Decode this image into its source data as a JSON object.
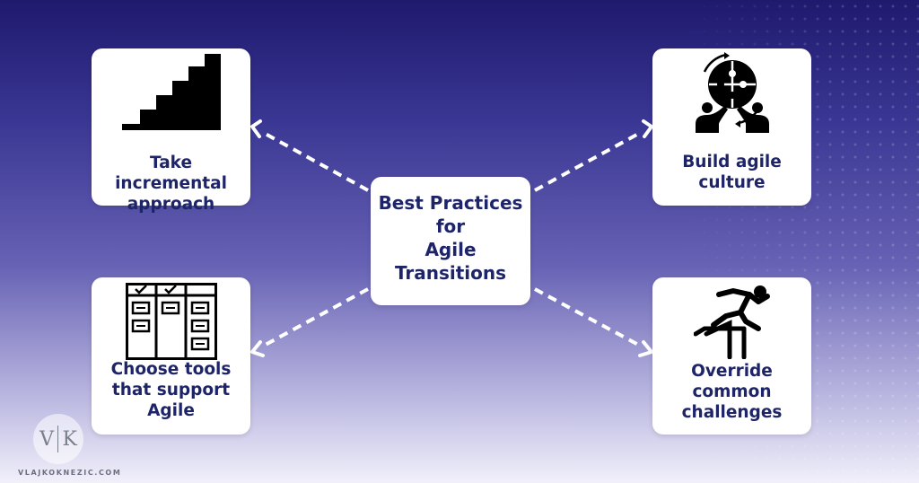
{
  "center": {
    "lines": [
      "Best Practices",
      "for",
      "Agile",
      "Transitions"
    ]
  },
  "cards": {
    "incremental": {
      "lines": [
        "Take incremental",
        "approach"
      ],
      "icon": "stairs-icon"
    },
    "culture": {
      "lines": [
        "Build agile",
        "culture"
      ],
      "icon": "team-puzzle-icon"
    },
    "tools": {
      "lines": [
        "Choose tools",
        "that support",
        "Agile"
      ],
      "icon": "kanban-board-icon"
    },
    "challenges": {
      "lines": [
        "Override",
        "common",
        "challenges"
      ],
      "icon": "hurdle-runner-icon"
    }
  },
  "logo": {
    "left": "V",
    "right": "K"
  },
  "footer": {
    "url": "VLAJKOKNEZIC.COM"
  },
  "colors": {
    "text": "#1e2468",
    "arrow": "#ffffff",
    "card": "#ffffff"
  }
}
